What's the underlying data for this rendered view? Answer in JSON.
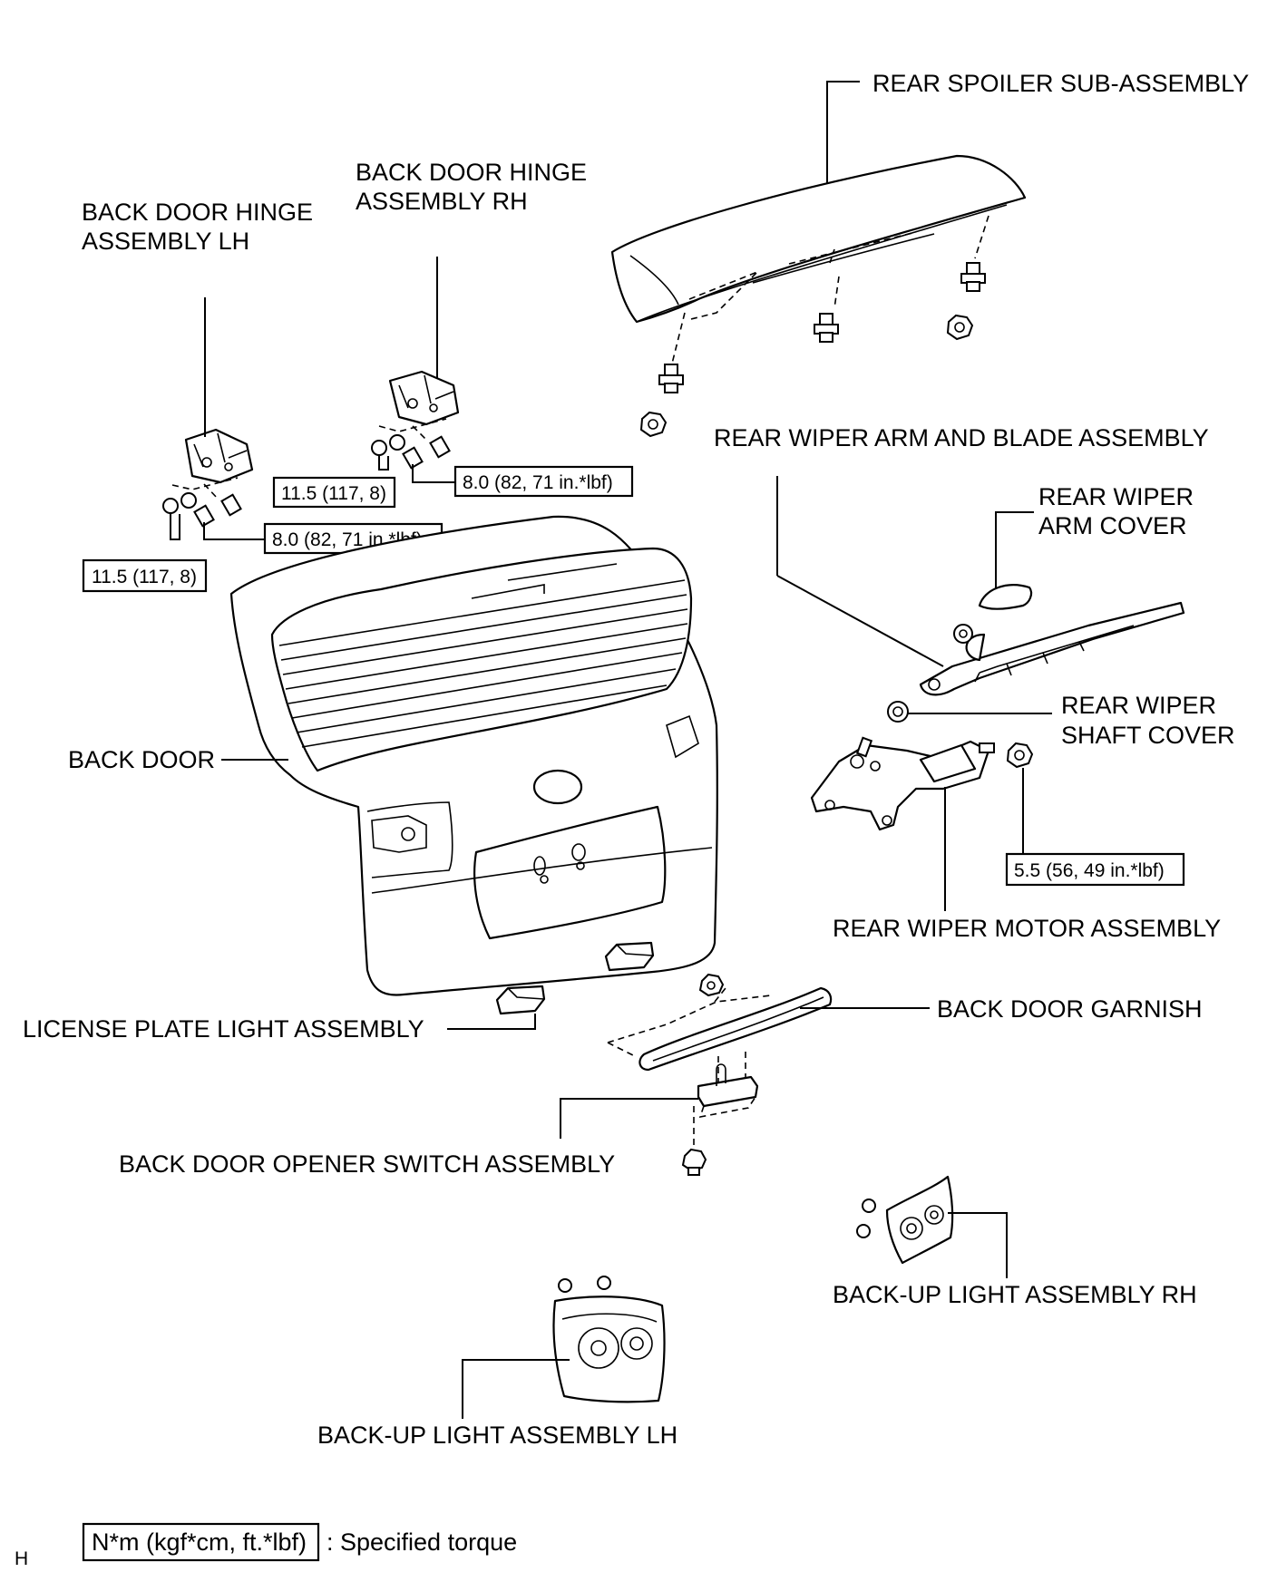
{
  "labels": {
    "rear_spoiler": "REAR SPOILER SUB-ASSEMBLY",
    "hinge_rh_1": "BACK DOOR HINGE",
    "hinge_rh_2": "ASSEMBLY RH",
    "hinge_lh_1": "BACK DOOR HINGE",
    "hinge_lh_2": "ASSEMBLY LH",
    "wiper_arm_blade": "REAR WIPER ARM AND BLADE ASSEMBLY",
    "wiper_arm_cover_1": "REAR WIPER",
    "wiper_arm_cover_2": "ARM COVER",
    "wiper_shaft_cover_1": "REAR WIPER",
    "wiper_shaft_cover_2": "SHAFT COVER",
    "back_door": "BACK DOOR",
    "wiper_motor": "REAR WIPER MOTOR ASSEMBLY",
    "license_light": "LICENSE PLATE LIGHT ASSEMBLY",
    "back_door_garnish": "BACK DOOR GARNISH",
    "opener_switch": "BACK DOOR OPENER SWITCH ASSEMBLY",
    "backup_light_rh": "BACK-UP LIGHT ASSEMBLY RH",
    "backup_light_lh": "BACK-UP LIGHT ASSEMBLY LH"
  },
  "torques": {
    "rh_hinge_nut": "11.5 (117, 8)",
    "rh_hinge_bolt": "8.0 (82, 71 in.*lbf)",
    "lh_hinge_bolt": "8.0 (82, 71 in.*lbf)",
    "lh_hinge_nut": "11.5 (117, 8)",
    "wiper_motor_nut": "5.5 (56, 49 in.*lbf)"
  },
  "legend": {
    "box": "N*m (kgf*cm, ft.*lbf)",
    "text": ": Specified torque"
  },
  "corner_mark": "H"
}
